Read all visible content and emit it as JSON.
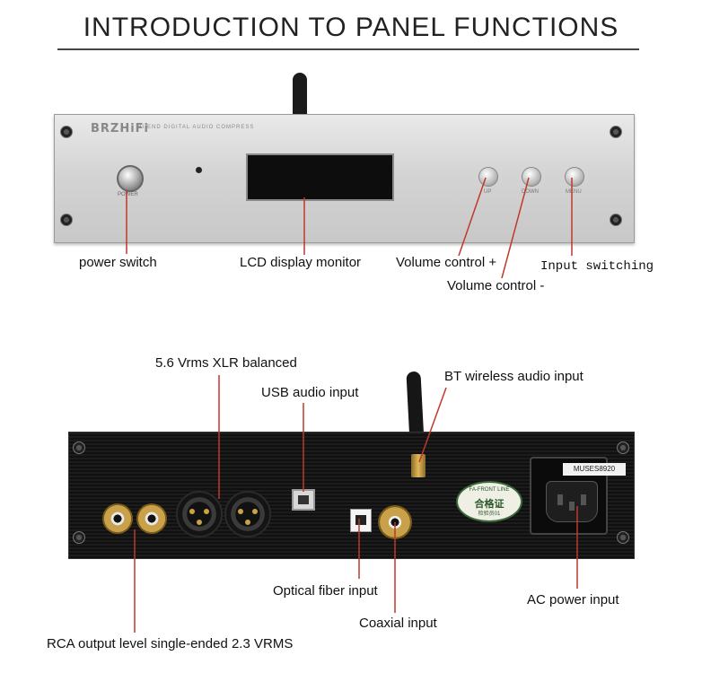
{
  "title": "INTRODUCTION TO PANEL FUNCTIONS",
  "front_panel": {
    "brand": "BRZHiFi",
    "brand_sub": "HI-END DIGITAL AUDIO COMPRESS",
    "power_button_label": "POWER",
    "button_up_label": "UP",
    "button_down_label": "DOWN",
    "button_menu_label": "MENU",
    "callouts": {
      "power_switch": "power switch",
      "lcd_display": "LCD display monitor",
      "volume_up": "Volume control +",
      "volume_down": "Volume control -",
      "input_switching": "Input switching"
    }
  },
  "rear_panel": {
    "sticker_top": "FA-FRONT LINE",
    "sticker_main": "合格证",
    "sticker_bottom": "检验员01",
    "ac_module_label": "MUSES8920",
    "callouts": {
      "xlr_balanced": "5.6 Vrms XLR balanced",
      "usb_input": "USB audio input",
      "bt_input": "BT wireless audio input",
      "optical_input": "Optical fiber input",
      "coaxial_input": "Coaxial input",
      "ac_power": "AC power input",
      "rca_output": "RCA output level single-ended 2.3 VRMS"
    }
  },
  "colors": {
    "callout_line": "#c0392b",
    "front_panel": "#d6d6d6",
    "rear_panel": "#141414"
  }
}
